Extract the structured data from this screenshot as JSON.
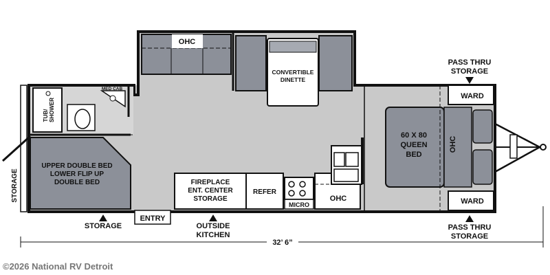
{
  "colors": {
    "wall": "#111111",
    "floor": "#c9c9c9",
    "furniture": "#8c9099",
    "furniture_light": "#a6aab2",
    "paper": "#ffffff",
    "credit": "#777777"
  },
  "labels": {
    "ohc_top": "OHC",
    "convertible_dinette_1": "CONVERTIBLE",
    "convertible_dinette_2": "DINETTE",
    "med_cab": "MED CAB",
    "tub_shower_1": "TUB/",
    "tub_shower_2": "SHOWER",
    "bunk_1": "UPPER DOUBLE BED",
    "bunk_2": "LOWER FLIP UP",
    "bunk_3": "DOUBLE BED",
    "storage_side": "STORAGE",
    "fireplace_1": "FIREPLACE",
    "fireplace_2": "ENT. CENTER",
    "fireplace_3": "STORAGE",
    "refer": "REFER",
    "micro": "MICRO",
    "ohc_kitchen": "OHC",
    "queen_1": "60 X 80",
    "queen_2": "QUEEN",
    "queen_3": "BED",
    "ohc_bed": "OHC",
    "ward_top": "WARD",
    "ward_bottom": "WARD",
    "pass_thru_top_1": "PASS THRU",
    "pass_thru_top_2": "STORAGE",
    "pass_thru_bottom_1": "PASS THRU",
    "pass_thru_bottom_2": "STORAGE",
    "storage_bottom": "STORAGE",
    "entry": "ENTRY",
    "outside_kitchen_1": "OUTSIDE",
    "outside_kitchen_2": "KITCHEN",
    "length": "32’ 6”"
  },
  "credit": "©2026 National RV Detroit"
}
